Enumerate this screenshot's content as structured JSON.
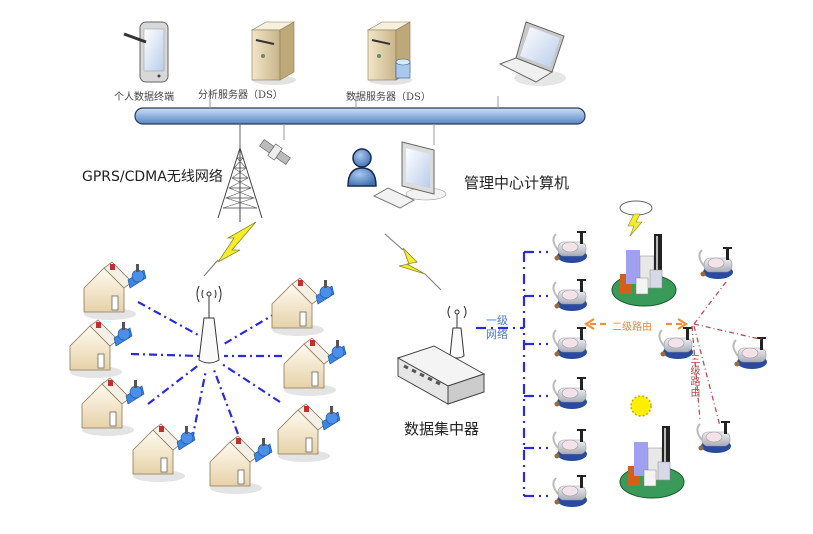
{
  "diagram": {
    "title": "无线远传水表抄表系统结构",
    "top_devices": [
      {
        "id": "personal-terminal",
        "label": "个人数据终端",
        "icon": "tablet-icon"
      },
      {
        "id": "analysis-server",
        "label": "分析服务器（DS）",
        "icon": "server-icon"
      },
      {
        "id": "data-server",
        "label": "数据服务器（DS）",
        "icon": "database-server-icon"
      },
      {
        "id": "laptop",
        "label": "",
        "icon": "laptop-icon"
      }
    ],
    "backbone": {
      "label": "",
      "icon": "network-bus"
    },
    "wireless": {
      "label": "GPRS/CDMA无线网络",
      "icons": [
        "cell-tower-icon",
        "satellite-icon"
      ]
    },
    "management": {
      "label": "管理中心计算机",
      "icons": [
        "user-icon",
        "monitor-icon",
        "keyboard-icon"
      ]
    },
    "concentrator": {
      "label": "数据集中器",
      "icon": "router-icon"
    },
    "level1_network": {
      "label_line1": "一级",
      "label_line2": "网络"
    },
    "level2_routing": {
      "label": "二级路由"
    },
    "level3_routing": {
      "label": "三级路由"
    },
    "star_network": {
      "hub_icon": "wireless-access-point-icon",
      "house_count": 8,
      "house_icon": "house-icon",
      "meter_icon": "water-meter-icon"
    },
    "meter_column": {
      "count": 6,
      "meter_icon": "water-meter-icon"
    },
    "routing_meters": {
      "count": 4
    },
    "decorations": [
      "storm-cloud-icon",
      "sun-icon",
      "city-buildings-icon",
      "city-buildings-icon",
      "lightning-icon",
      "lightning-icon"
    ],
    "colors": {
      "bus": "#8fb4e0",
      "dash_blue": "#2a2ad8",
      "route_orange": "#f0913a",
      "route_red": "#b85050",
      "lightning": "#f5ec2a",
      "meter_blue": "#2a4aa0"
    }
  }
}
